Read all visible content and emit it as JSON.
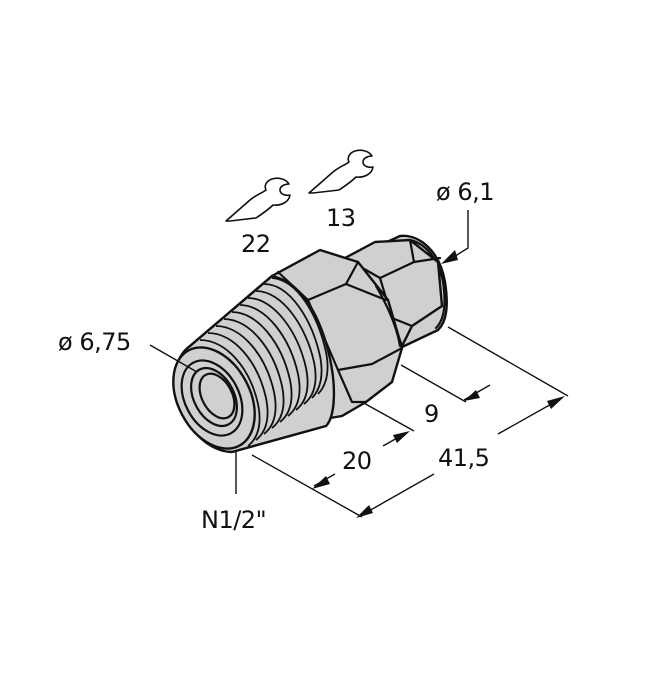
{
  "drawing": {
    "title": "Threaded pipe fitting dimension drawing",
    "component": "Straight push-in fitting with N1/2\" thread",
    "colors": {
      "body_fill": "#d0d0d0",
      "outline": "#111111",
      "background": "#ffffff"
    }
  },
  "labels": {
    "wrench_large_size": "22",
    "wrench_small_size": "13",
    "tube_diameter": "ø 6,1",
    "bore_diameter": "ø 6,75",
    "thread_spec": "N1/2\"",
    "dim_thread_length": "20",
    "dim_nut_length": "9",
    "dim_total_length": "41,5"
  },
  "icons": {
    "wrench_large": "wrench-icon",
    "wrench_small": "wrench-icon"
  }
}
